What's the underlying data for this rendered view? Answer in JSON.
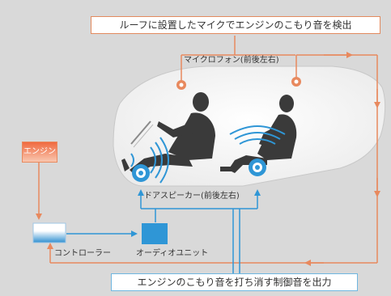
{
  "labels": {
    "top_callout": "ルーフに設置したマイクでエンジンのこもり音を検出",
    "microphone": "マイクロフォン(前後左右)",
    "engine": "エンジン",
    "door_speaker": "ドアスピーカー(前後左右)",
    "controller": "コントローラー",
    "audio_unit": "オーディオユニット",
    "bottom_callout": "エンジンのこもり音を打ち消す制御音を出力"
  },
  "colors": {
    "background": "#d9d9d9",
    "orange_signal": "#e8895e",
    "blue_signal": "#2f96d6",
    "car_body": "#f3f3f3",
    "occupant": "#3a3a3a"
  },
  "icons": [
    "microphone-icon",
    "speaker-icon",
    "sound-wave-icon",
    "driver-figure-icon",
    "passenger-figure-icon",
    "steering-wheel-icon"
  ]
}
